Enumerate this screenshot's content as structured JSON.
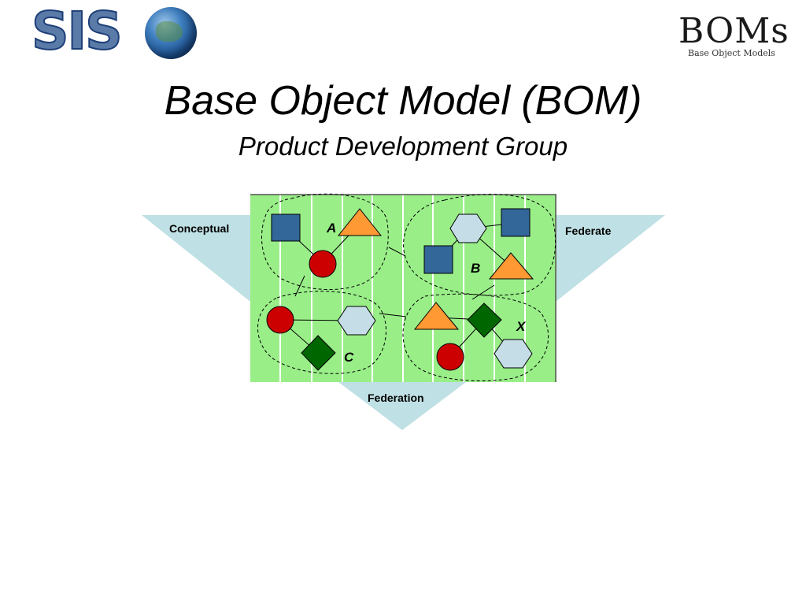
{
  "header": {
    "siso_logo": {
      "text": "SIS",
      "icon": "globe-icon"
    },
    "boms_logo": {
      "text": "BOMs",
      "subtitle": "Base Object Models"
    }
  },
  "title": "Base Object Model (BOM)",
  "subtitle": "Product Development Group",
  "diagram": {
    "labels": {
      "conceptual": "Conceptual",
      "federate": "Federate",
      "federation": "Federation"
    },
    "groups": [
      {
        "id": "A",
        "label": "A"
      },
      {
        "id": "B",
        "label": "B"
      },
      {
        "id": "C",
        "label": "C"
      },
      {
        "id": "X",
        "label": "X"
      }
    ],
    "colors": {
      "background_triangles": "#bfe0e4",
      "field": "#99ee88",
      "field_stripe": "#ffffff",
      "square": "#336699",
      "triangle": "#ff9933",
      "circle": "#cc0000",
      "diamond": "#006600",
      "hexagon": "#c5dde6"
    }
  }
}
